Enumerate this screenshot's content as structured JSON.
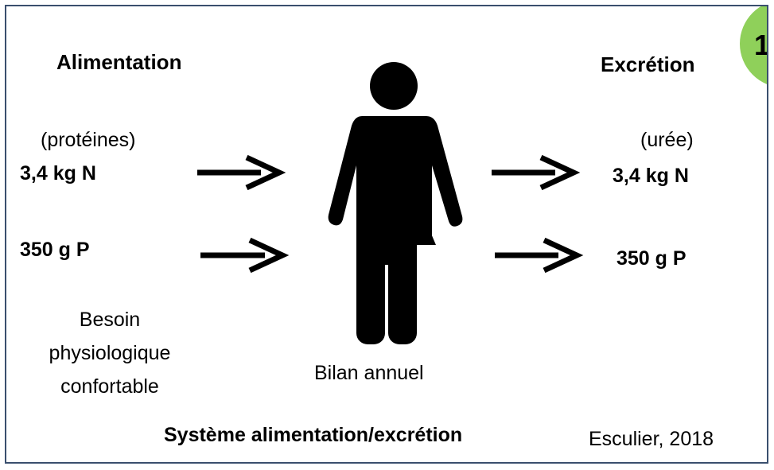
{
  "badge": {
    "number": "1",
    "color": "#8fd05a"
  },
  "left": {
    "heading": "Alimentation",
    "nitrogen_note": "(protéines)",
    "nitrogen_value": "3,4 kg N",
    "phosphorus_value": "350 g P",
    "need_line1": "Besoin",
    "need_line2": "physiologique",
    "need_line3": "confortable"
  },
  "right": {
    "heading": "Excrétion",
    "nitrogen_note": "(urée)",
    "nitrogen_value": "3,4 kg N",
    "phosphorus_value": "350 g P"
  },
  "center": {
    "figure_icon": "person-icon",
    "caption": "Bilan annuel"
  },
  "footer": {
    "system_title": "Système alimentation/excrétion",
    "citation": "Esculier, 2018"
  }
}
